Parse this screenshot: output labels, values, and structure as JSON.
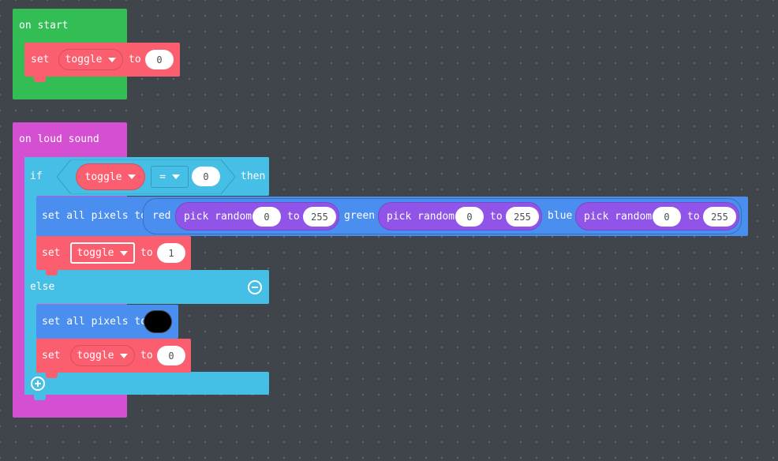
{
  "colors": {
    "workspace": "#40454c",
    "event_green": "#33be55",
    "event_magenta": "#d54fd3",
    "logic_cyan": "#46bfe6",
    "variables_red": "#fb5e6e",
    "led_blue": "#4a8ef0",
    "math_purple": "#9054e8"
  },
  "on_start": {
    "label": "on start",
    "set_block": {
      "set_label": "set",
      "variable": "toggle",
      "to_label": "to",
      "value": "0"
    }
  },
  "on_loud_sound": {
    "label": "on loud sound",
    "if_block": {
      "if_label": "if",
      "then_label": "then",
      "condition": {
        "variable": "toggle",
        "operator": "=",
        "value": "0"
      },
      "set_all_pixels": {
        "label": "set all pixels to",
        "red_label": "red",
        "green_label": "green",
        "blue_label": "blue",
        "red": {
          "label": "pick random",
          "from": "0",
          "to_label": "to",
          "to": "255"
        },
        "green": {
          "label": "pick random",
          "from": "0",
          "to_label": "to",
          "to": "255"
        },
        "blue": {
          "label": "pick random",
          "from": "0",
          "to_label": "to",
          "to": "255"
        }
      },
      "set_toggle": {
        "set_label": "set",
        "variable": "toggle",
        "to_label": "to",
        "value": "1"
      },
      "else_label": "else",
      "else_branch": {
        "set_all_pixels": {
          "label": "set all pixels to",
          "color": "#000000"
        },
        "set_toggle": {
          "set_label": "set",
          "variable": "toggle",
          "to_label": "to",
          "value": "0"
        }
      }
    }
  }
}
